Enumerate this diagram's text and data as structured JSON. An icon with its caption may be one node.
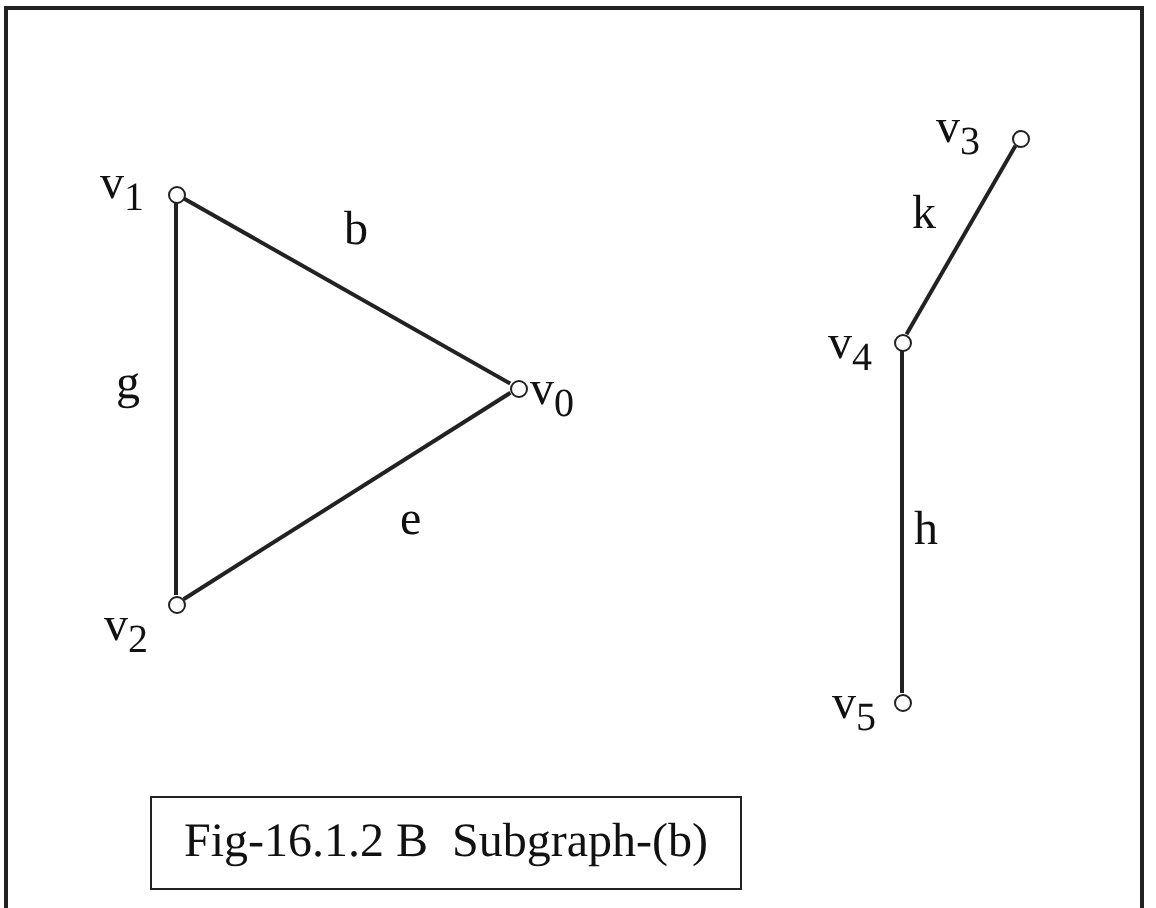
{
  "diagram": {
    "caption": "Fig-16.1.2 B  Subgraph-(b)",
    "nodes": [
      {
        "text": [],
        "shape": "circle",
        "beside": [
          "v$_{1}$"
        ]
      },
      {
        "text": [],
        "shape": "circle",
        "beside": [
          "v$_{0}$"
        ]
      },
      {
        "text": [],
        "shape": "circle",
        "beside": [
          "v$_{2}$"
        ]
      },
      {
        "text": [],
        "shape": "circle",
        "beside": [
          "v$_{3}$"
        ]
      },
      {
        "text": [],
        "shape": "circle",
        "beside": [
          "v$_{4}$"
        ]
      },
      {
        "text": [],
        "shape": "circle",
        "beside": [
          "v$_{5}$"
        ]
      }
    ],
    "edges": [
      {
        "from": 0,
        "to": 1,
        "arrow": "none",
        "label": "b"
      },
      {
        "from": 0,
        "to": 2,
        "arrow": "none",
        "label": "g"
      },
      {
        "from": 2,
        "to": 1,
        "arrow": "none",
        "label": "e"
      },
      {
        "from": 4,
        "to": 3,
        "arrow": "none",
        "label": "k"
      },
      {
        "from": 4,
        "to": 5,
        "arrow": "none",
        "label": "h"
      }
    ]
  }
}
